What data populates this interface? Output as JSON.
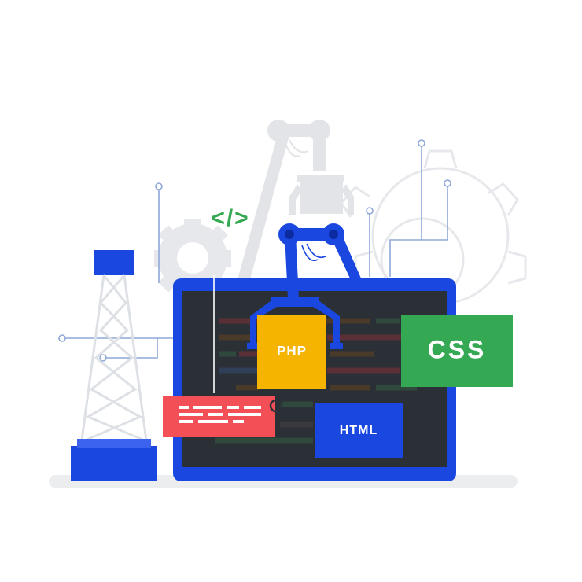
{
  "code_tag": "</>",
  "cards": {
    "php": {
      "label": "PHP",
      "color": "#F4B400"
    },
    "css": {
      "label": "CSS",
      "color": "#34A853"
    },
    "html": {
      "label": "HTML",
      "color": "#1A47E0"
    }
  },
  "colors": {
    "blue": "#1A47E0",
    "screen": "#2B2F36",
    "red": "#F25056",
    "green": "#34A853",
    "yellow": "#F4B400",
    "gray": "#E2E4E7",
    "line": "#8EA7D8"
  },
  "icons": [
    "gear-icon",
    "robot-arm-icon",
    "crane-claw-icon",
    "magnifier-icon",
    "tower-icon",
    "code-tag-icon"
  ]
}
